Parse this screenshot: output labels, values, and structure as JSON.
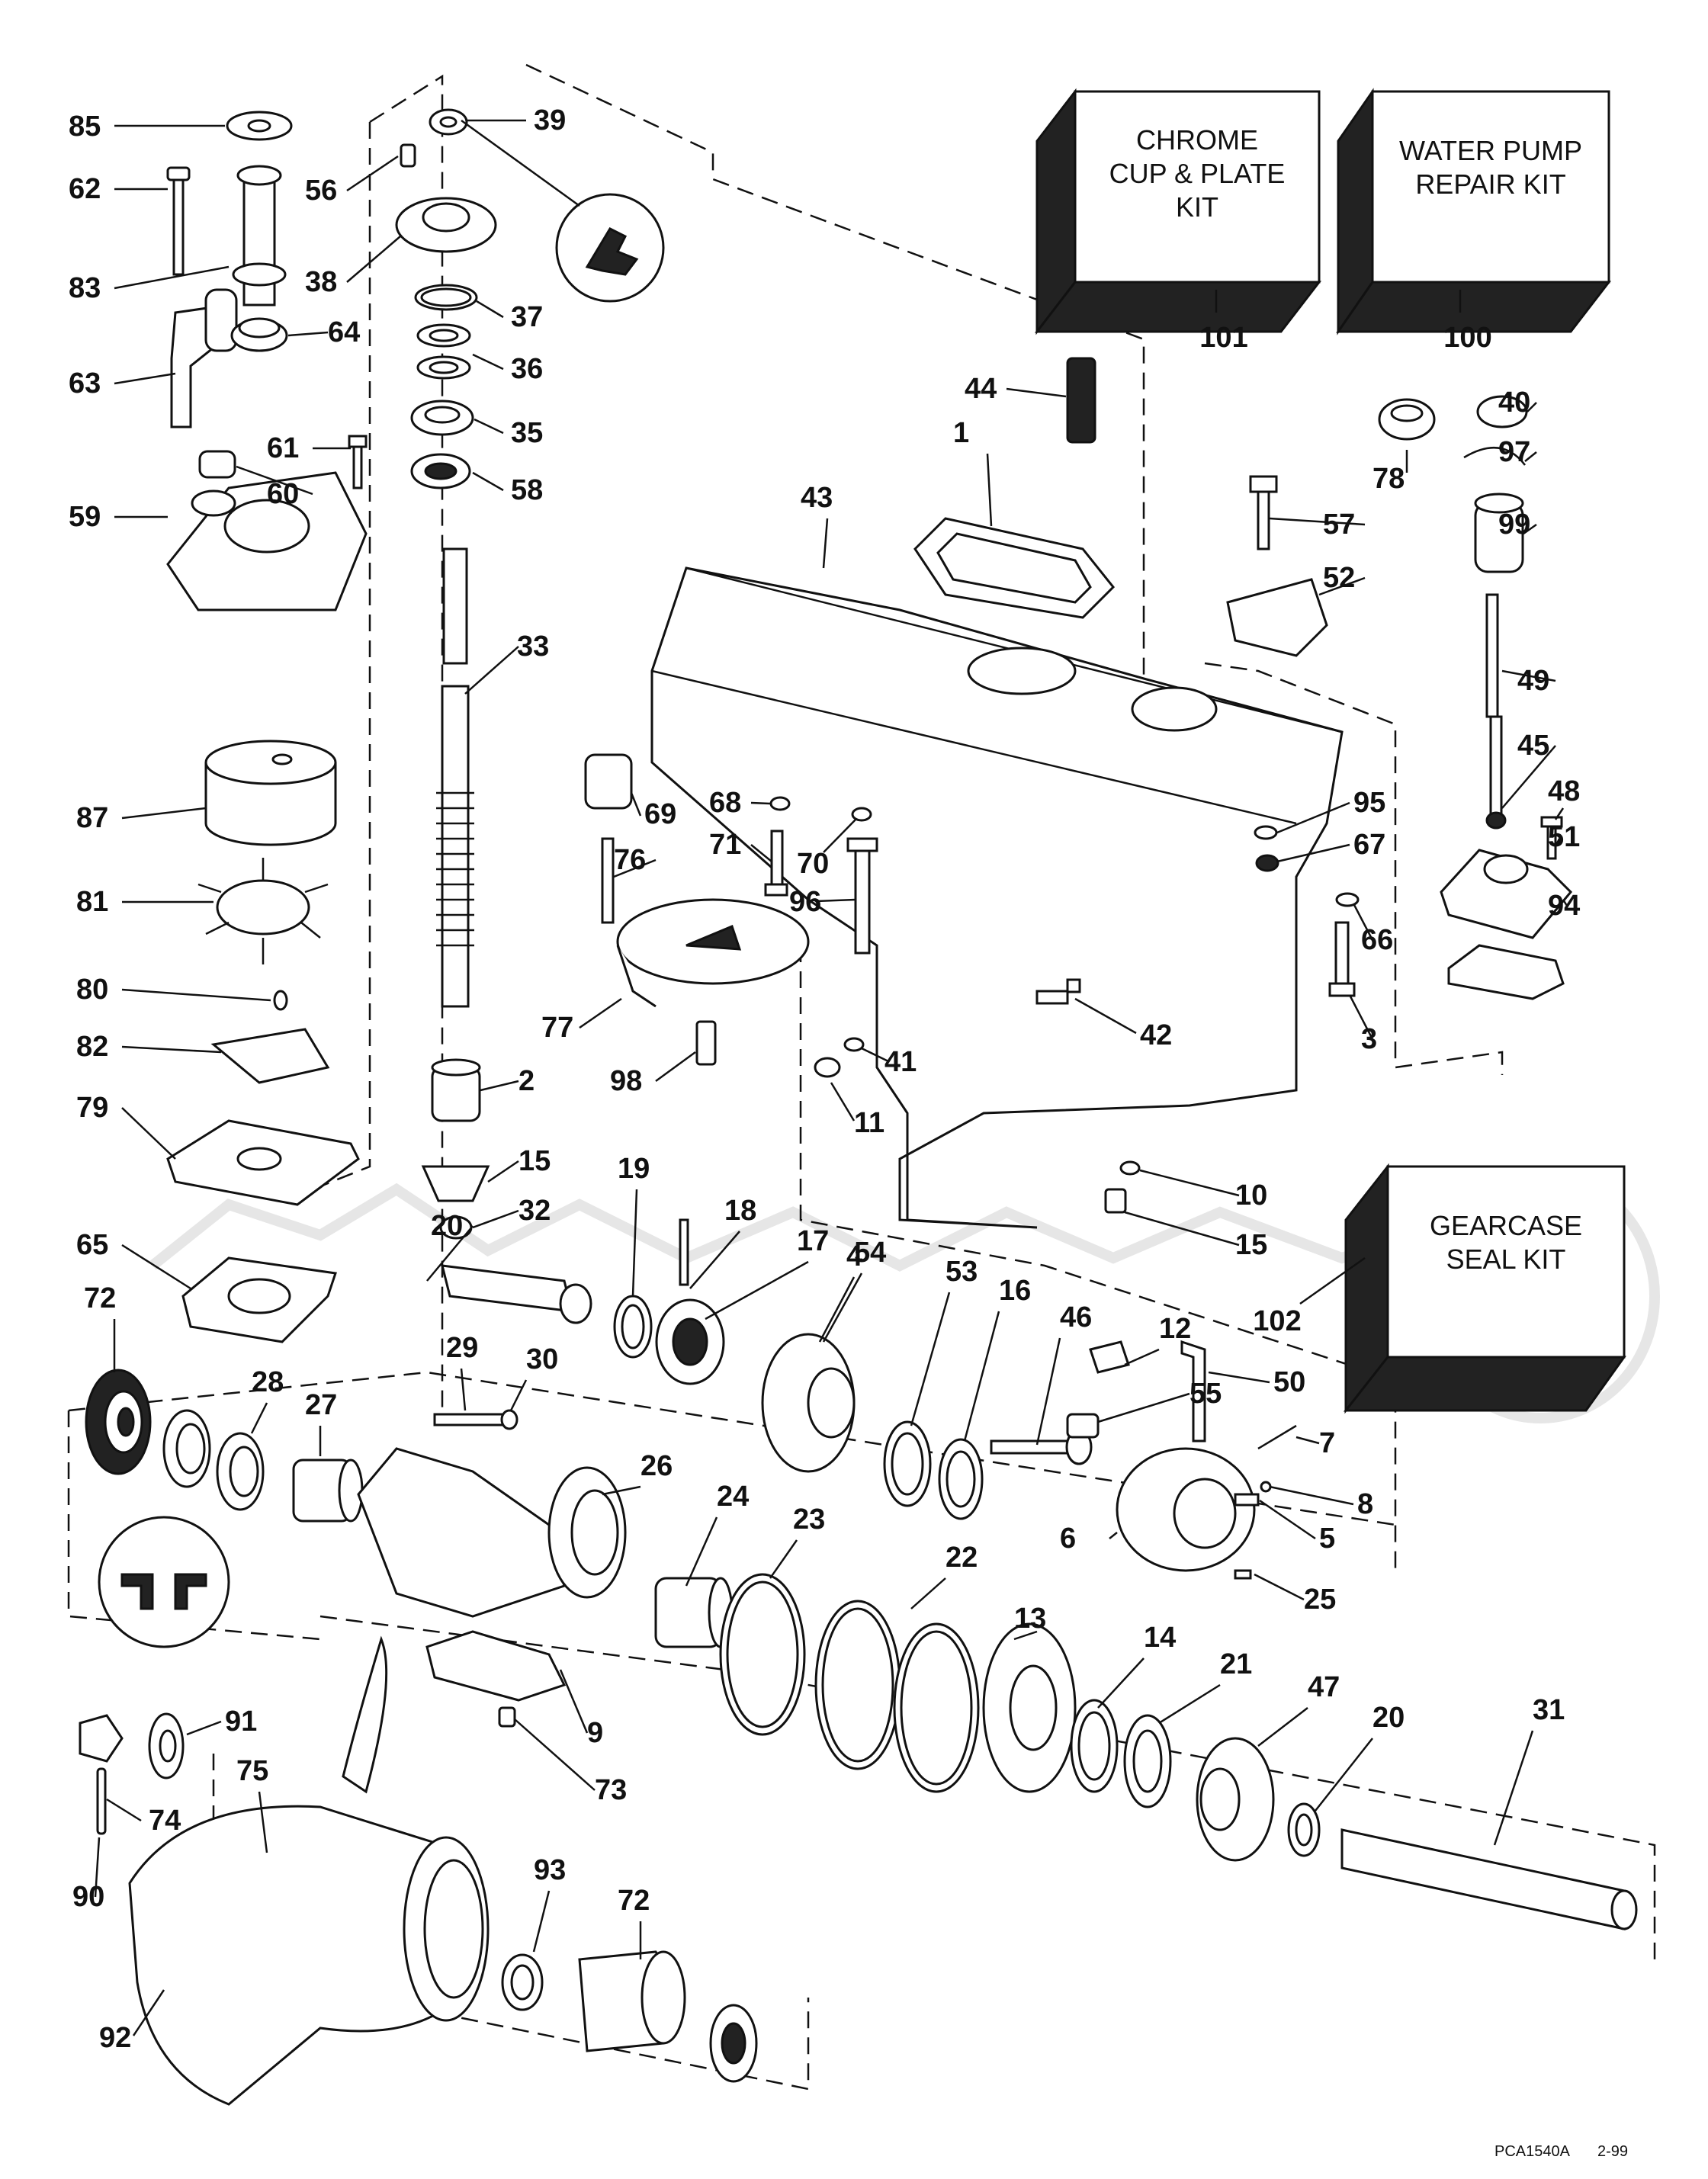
{
  "kits": [
    {
      "line1": "CHROME",
      "line2": "CUP & PLATE",
      "line3": "KIT",
      "number": "101"
    },
    {
      "line1": "WATER PUMP",
      "line2": "REPAIR KIT",
      "line3": "",
      "number": "100"
    },
    {
      "line1": "GEARCASE",
      "line2": "SEAL KIT",
      "line3": "",
      "number": "102"
    }
  ],
  "labels": [
    "85",
    "62",
    "83",
    "63",
    "59",
    "87",
    "81",
    "80",
    "82",
    "79",
    "65",
    "72",
    "28",
    "27",
    "29",
    "30",
    "39",
    "56",
    "38",
    "37",
    "36",
    "35",
    "58",
    "61",
    "60",
    "64",
    "33",
    "2",
    "15",
    "32",
    "20",
    "19",
    "18",
    "17",
    "4",
    "44",
    "1",
    "43",
    "78",
    "40",
    "97",
    "57",
    "99",
    "52",
    "49",
    "45",
    "48",
    "51",
    "94",
    "69",
    "68",
    "71",
    "70",
    "96",
    "76",
    "77",
    "98",
    "95",
    "67",
    "66",
    "3",
    "42",
    "41",
    "11",
    "10",
    "15",
    "54",
    "53",
    "16",
    "46",
    "12",
    "55",
    "50",
    "7",
    "8",
    "5",
    "6",
    "25",
    "26",
    "24",
    "23",
    "22",
    "13",
    "14",
    "21",
    "47",
    "20",
    "31",
    "9",
    "73",
    "91",
    "75",
    "74",
    "90",
    "92",
    "93",
    "72"
  ],
  "footer": {
    "code": "PCA1540A",
    "date": "2-99"
  }
}
